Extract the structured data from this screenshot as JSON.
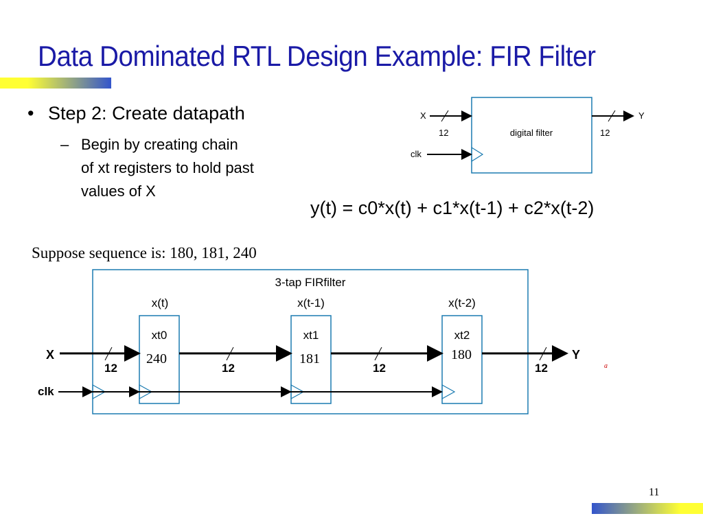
{
  "slide": {
    "title": "Data Dominated RTL Design Example: FIR Filter",
    "bullet": "Step 2: Create datapath",
    "bullet_marker": "•",
    "sub_dash": "–",
    "sub_lines": [
      "Begin by creating chain",
      "of xt registers to hold past",
      "values of X"
    ],
    "equation": "y(t) = c0*x(t) + c1*x(t-1) + c2*x(t-2)",
    "sequence": "Suppose sequence is: 180, 181, 240",
    "page_number": "11",
    "red_mark": "a"
  },
  "colors": {
    "title": "#1a1aa6",
    "diagram_stroke": "#1a7ab0",
    "bar_blue": "#3355cc",
    "bar_yellow": "#ffff33"
  },
  "top_diagram": {
    "box_label": "digital filter",
    "input_label": "X",
    "output_label": "Y",
    "clk_label": "clk",
    "input_width": "12",
    "output_width": "12"
  },
  "fir_diagram": {
    "title": "3-tap FIRfilter",
    "input_label": "X",
    "output_label": "Y",
    "clk_label": "clk",
    "bus_widths": [
      "12",
      "12",
      "12",
      "12"
    ],
    "registers": [
      {
        "time_label": "x(t)",
        "name": "xt0",
        "value": "240"
      },
      {
        "time_label": "x(t-1)",
        "name": "xt1",
        "value": "181"
      },
      {
        "time_label": "x(t-2)",
        "name": "xt2",
        "value": "180"
      }
    ]
  }
}
